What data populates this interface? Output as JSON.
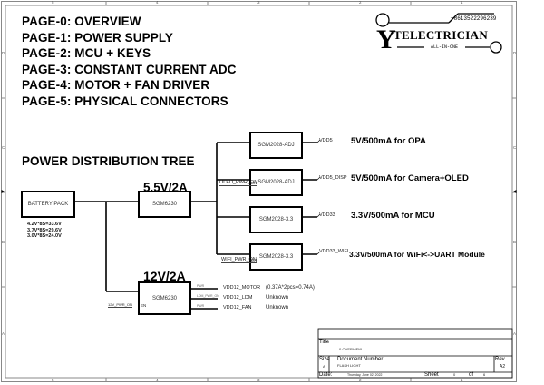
{
  "frame": {
    "column_markers": [
      "5",
      "4",
      "3",
      "2",
      "1"
    ],
    "row_markers": [
      "D",
      "C",
      "B",
      "A"
    ]
  },
  "page_index": [
    "PAGE-0: OVERVIEW",
    "PAGE-1: POWER SUPPLY",
    "PAGE-2: MCU + KEYS",
    "PAGE-3: CONSTANT CURRENT ADC",
    "PAGE-4: MOTOR + FAN DRIVER",
    "PAGE-5: PHYSICAL CONNECTORS"
  ],
  "logo": {
    "phone": "+8613522296239",
    "letter": "Y",
    "name": "TELECTRICIAN",
    "tagline": "ALL-IN-ONE"
  },
  "tree": {
    "title": "POWER DISTRIBUTION TREE",
    "battery": {
      "label": "BATTERY PACK",
      "notes": [
        "4.2V*8S=33.6V",
        "3.7V*8S=29.6V",
        "3.0V*8S=24.0V"
      ]
    },
    "rail_5v5": {
      "label": "5.5V/2A",
      "regulator": "SGM6230"
    },
    "rail_12v": {
      "label": "12V/2A",
      "regulator": "SGM6230",
      "enable_net": "12V_PWR_ON",
      "enable_pin": "EN",
      "outputs": [
        {
          "tag": "PWR",
          "net": "VDD12_MOTOR",
          "note": "(0.37A*2pcs=0.74A)"
        },
        {
          "tag": "LDM_PWR_ON",
          "net": "VDD12_LDM",
          "note": "Unknown"
        },
        {
          "tag": "PWR",
          "net": "VDD12_FAN",
          "note": "Unknown"
        }
      ]
    },
    "ldos": [
      {
        "part": "SGM2028-ADJ",
        "net": "VDD5",
        "desc": "5V/500mA for OPA",
        "enable_net": "",
        "enable_pin": ""
      },
      {
        "part": "SGM2028-ADJ",
        "net": "VDD5_DISP",
        "desc": "5V/500mA for Camera+OLED",
        "enable_net": "OLED_PWR_ON",
        "enable_pin": "EN"
      },
      {
        "part": "SGM2028-3.3",
        "net": "VDD33",
        "desc": "3.3V/500mA for MCU",
        "enable_net": "",
        "enable_pin": ""
      },
      {
        "part": "SGM2028-3.3",
        "net": "VDD33_WIFI",
        "desc": "3.3V/500mA for WiFi<->UART Module",
        "enable_net": "WIFI_PWR_ON",
        "enable_pin": "EN"
      }
    ]
  },
  "title_block": {
    "title_label": "Title",
    "title_value": "0-OVERVIEW",
    "size_label": "Size",
    "size_value": "A",
    "docnum_label": "Document Number",
    "docnum_value": "FLASH LIGHT",
    "rev_label": "Rev",
    "rev_value": "A2",
    "date_label": "Date:",
    "date_value": "Thursday, June 02, 2022",
    "sheet_label": "Sheet",
    "sheet_value": "0",
    "of_label": "of",
    "of_value": "6"
  }
}
